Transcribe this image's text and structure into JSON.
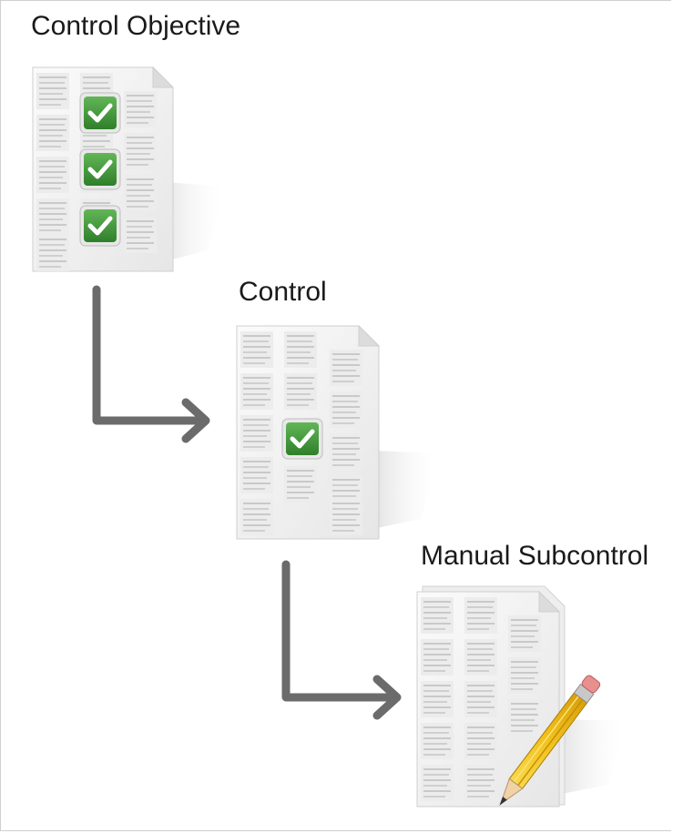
{
  "diagram": {
    "nodes": [
      {
        "id": "control-objective",
        "label": "Control Objective",
        "checkmarks": 3,
        "icon": "checklist-document-icon"
      },
      {
        "id": "control",
        "label": "Control",
        "checkmarks": 1,
        "icon": "checked-document-icon"
      },
      {
        "id": "manual-subcontrol",
        "label": "Manual Subcontrol",
        "checkmarks": 0,
        "icon": "document-with-pencil-icon"
      }
    ],
    "edges": [
      {
        "from": "control-objective",
        "to": "control"
      },
      {
        "from": "control",
        "to": "manual-subcontrol"
      }
    ],
    "colors": {
      "arrow": "#6b6b6b",
      "check_green": "#3f9a36",
      "page": "#f4f4f4"
    }
  }
}
